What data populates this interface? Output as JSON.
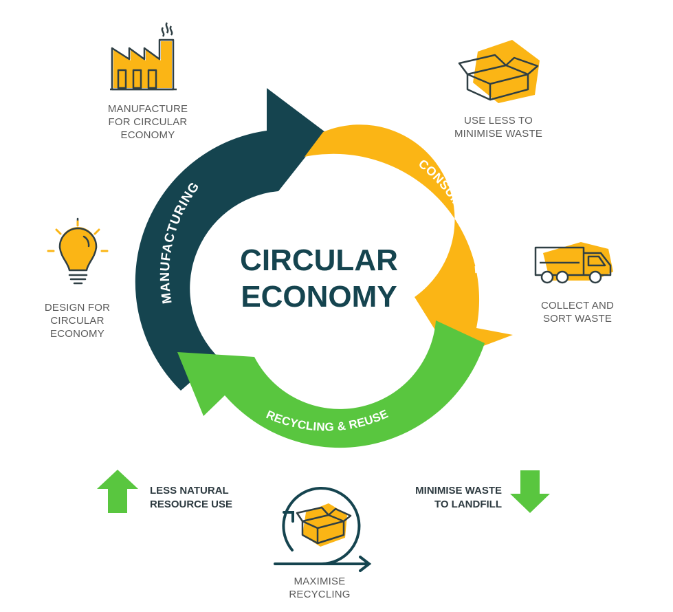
{
  "title": {
    "line1": "CIRCULAR",
    "line2": "ECONOMY"
  },
  "cycle": {
    "manufacturing": "MANUFACTURING",
    "consumption": "CONSUMPTION USE",
    "recycling": "RECYCLING & REUSE"
  },
  "steps": {
    "manufacture": "MANUFACTURE\nFOR CIRCULAR\nECONOMY",
    "use_less": "USE LESS TO\nMINIMISE WASTE",
    "collect": "COLLECT AND\nSORT WASTE",
    "design": "DESIGN FOR\nCIRCULAR\nECONOMY",
    "maximise": "MAXIMISE\nRECYCLING"
  },
  "benefits": {
    "less_resource": "LESS NATURAL\nRESOURCE USE",
    "minimise_landfill": "MINIMISE WASTE\nTO LANDFILL"
  },
  "colors": {
    "dark_teal": "#15444f",
    "yellow": "#fbb515",
    "green": "#59c63f",
    "outline": "#2f3f44"
  }
}
